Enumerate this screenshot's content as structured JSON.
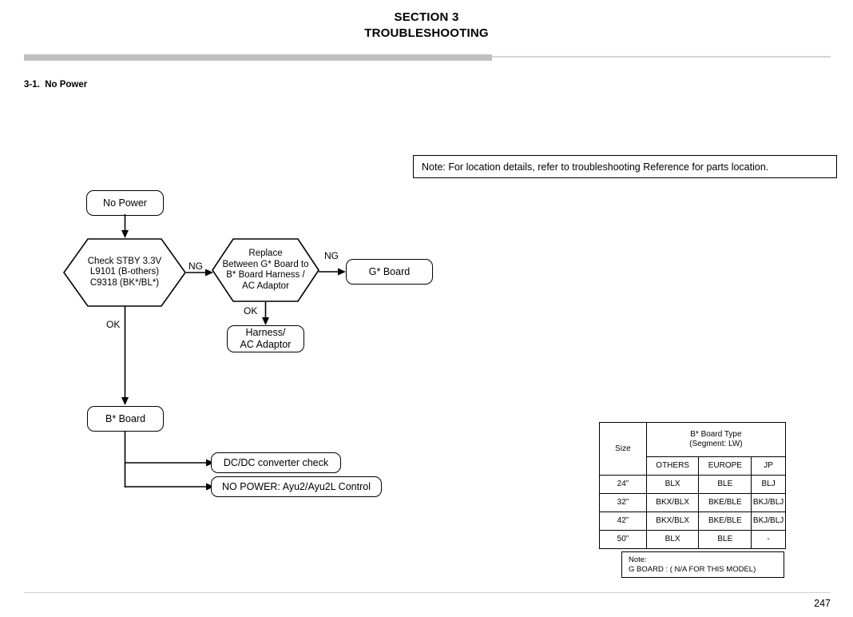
{
  "header": {
    "title_line1": "SECTION 3",
    "title_line2": "TROUBLESHOOTING",
    "section_label": "3-1.  No Power"
  },
  "note_banner": {
    "text": "Note: For location details, refer to troubleshooting Reference for parts location."
  },
  "flowchart": {
    "start_node": "No Power",
    "decision_1": "Check STBY 3.3V\nL9101 (B-others)\nC9318 (BK*/BL*)",
    "decision_2": "Replace\nBetween G* Board to\nB* Board Harness /\nAC Adaptor",
    "node_g_board": "G* Board",
    "node_harness": "Harness/\nAC Adaptor",
    "node_b_board": "B* Board",
    "node_dcdc": "DC/DC converter check",
    "node_no_power_ctrl": "NO POWER: Ayu2/Ayu2L Control",
    "label_ng_1": "NG",
    "label_ng_2": "NG",
    "label_ok_1": "OK",
    "label_ok_2": "OK"
  },
  "board_table": {
    "header_size": "Size",
    "header_span": "B* Board Type\n(Segment: LW)",
    "subheaders": [
      "OTHERS",
      "EUROPE",
      "JP"
    ],
    "rows": [
      {
        "size": "24”",
        "others": "BLX",
        "europe": "BLE",
        "jp": "BLJ"
      },
      {
        "size": "32”",
        "others": "BKX/BLX",
        "europe": "BKE/BLE",
        "jp": "BKJ/BLJ"
      },
      {
        "size": "42”",
        "others": "BKX/BLX",
        "europe": "BKE/BLE",
        "jp": "BKJ/BLJ"
      },
      {
        "size": "50”",
        "others": "BLX",
        "europe": "BLE",
        "jp": "-"
      }
    ],
    "note": "Note:\nG BOARD : ( N/A FOR THIS MODEL)"
  },
  "footer": {
    "page_number": "247"
  }
}
